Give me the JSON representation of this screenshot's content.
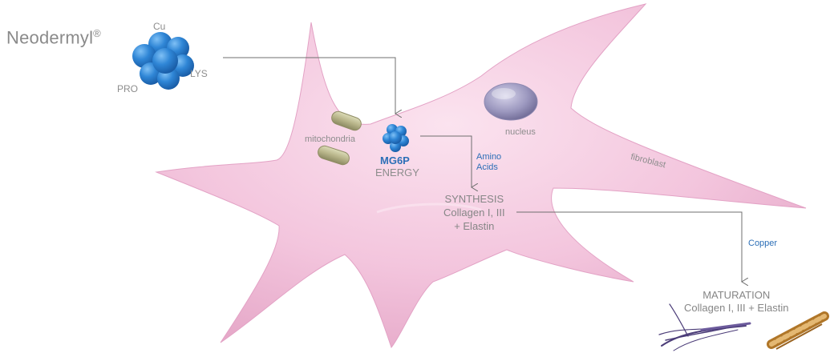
{
  "brand": {
    "name": "Neodermyl",
    "mark": "®"
  },
  "molecule_labels": {
    "cu": "Cu",
    "lys": "LYS",
    "pro": "PRO"
  },
  "cell_labels": {
    "mitochondria": "mitochondria",
    "nucleus": "nucleus",
    "fibroblast": "fibroblast"
  },
  "mg6p": {
    "name": "MG6P",
    "sub": "ENERGY"
  },
  "amino": {
    "line1": "Amino",
    "line2": "Acids"
  },
  "synthesis": {
    "line1": "SYNTHESIS",
    "line2": "Collagen I, III",
    "line3": "+ Elastin"
  },
  "copper": "Copper",
  "maturation": {
    "line1": "MATURATION",
    "line2": "Collagen I, III + Elastin"
  },
  "colors": {
    "cell": "#f4c6df",
    "accent_blue": "#2c6fb7",
    "molecule": "#2f86d6",
    "text_grey": "#8a8a8a",
    "fiber_purple": "#4b3c78",
    "fiber_gold": "#c88a3a"
  }
}
